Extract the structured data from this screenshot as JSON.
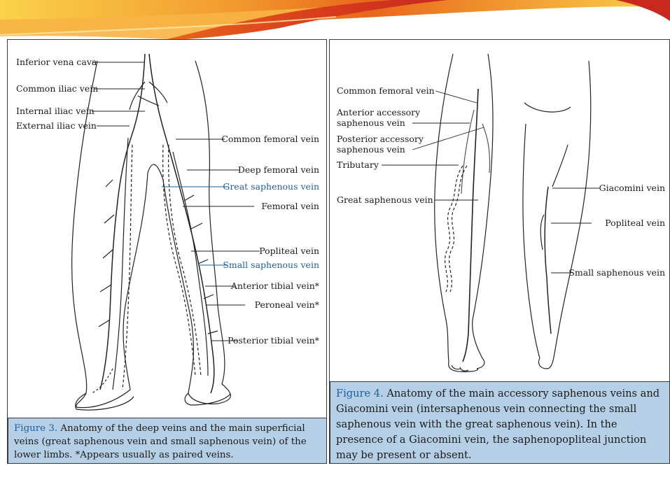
{
  "figure3": {
    "labels": {
      "inferior_vena_cava": "Inferior vena cava",
      "common_iliac_vein": "Common iliac vein",
      "internal_iliac_vein": "Internal iliac vein",
      "external_iliac_vein": "External iliac vein",
      "common_femoral_vein": "Common femoral vein",
      "deep_femoral_vein": "Deep femoral vein",
      "great_saphenous_vein": "Great saphenous vein",
      "femoral_vein": "Femoral vein",
      "popliteal_vein": "Popliteal vein",
      "small_saphenous_vein": "Small saphenous vein",
      "anterior_tibial_vein": "Anterior tibial vein*",
      "peroneal_vein": "Peroneal vein*",
      "posterior_tibial_vein": "Posterior tibial vein*"
    },
    "caption": {
      "label": "Figure 3.",
      "text": "Anatomy of the deep veins and the main superficial veins (great saphenous vein and small saphenous vein) of the lower limbs. *Appears usually as paired veins."
    }
  },
  "figure4": {
    "labels": {
      "common_femoral_vein": "Common femoral vein",
      "anterior_accessory_1": "Anterior accessory",
      "anterior_accessory_2": "saphenous vein",
      "posterior_accessory_1": "Posterior accessory",
      "posterior_accessory_2": "saphenous vein",
      "tributary": "Tributary",
      "great_saphenous_vein": "Great saphenous vein",
      "giacomini_vein": "Giacomini vein",
      "popliteal_vein": "Popliteal vein",
      "small_saphenous_vein": "Small saphenous vein"
    },
    "caption": {
      "label": "Figure 4.",
      "text": "Anatomy of the main accessory saphenous veins and Giacomini vein (intersaphenous vein connecting the small saphenous vein with the great saphenous vein). In the presence of a Giacomini vein, the saphenopopliteal junction may be present or absent."
    }
  },
  "colors": {
    "banner_orange": "#e8671b",
    "banner_yellow": "#f6c13a",
    "banner_red": "#c8281e",
    "caption_bg": "#b5cfe6",
    "blue_label": "#1f5f9e"
  }
}
